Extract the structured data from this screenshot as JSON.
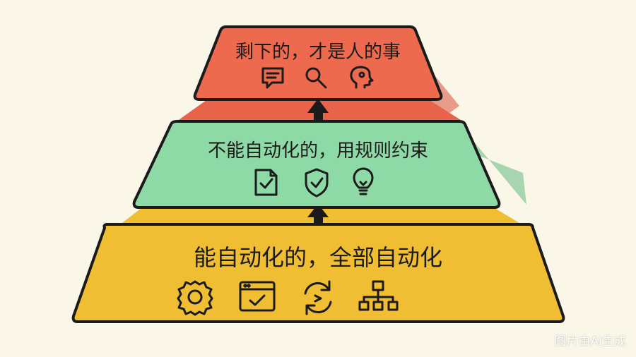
{
  "tiers": [
    {
      "level": "top",
      "label": "剩下的，才是人的事",
      "color": "#ee6a4f",
      "icons": [
        "chat-bubble-icon",
        "magnifier-icon",
        "human-head-icon"
      ]
    },
    {
      "level": "middle",
      "label": "不能自动化的，用规则约束",
      "color": "#8edaa6",
      "icons": [
        "checklist-document-icon",
        "shield-check-icon",
        "lightbulb-icon"
      ]
    },
    {
      "level": "bottom",
      "label": "能自动化的，全部自动化",
      "color": "#f0be33",
      "icons": [
        "gear-icon",
        "browser-check-icon",
        "refresh-cycle-icon",
        "network-hierarchy-icon"
      ]
    }
  ],
  "watermark": "图片由AI生成",
  "colors": {
    "outline": "#1b1b1b",
    "background": "#faf6e8"
  }
}
